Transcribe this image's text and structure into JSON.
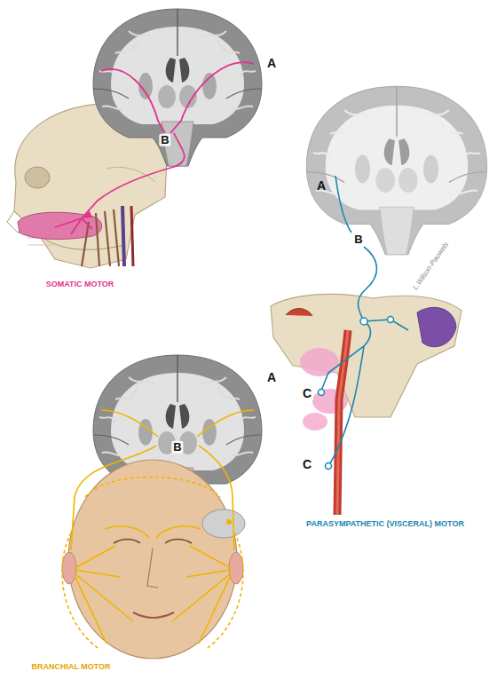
{
  "diagram": {
    "labels": [
      "A",
      "B",
      "SOMATIC MOTOR",
      "A",
      "B",
      "L.Wilson-Pauwels",
      "C",
      "C",
      "A",
      "B",
      "BRANCHIAL MOTOR",
      "PARASYMPATHETIC (VISCERAL) MOTOR"
    ]
  }
}
